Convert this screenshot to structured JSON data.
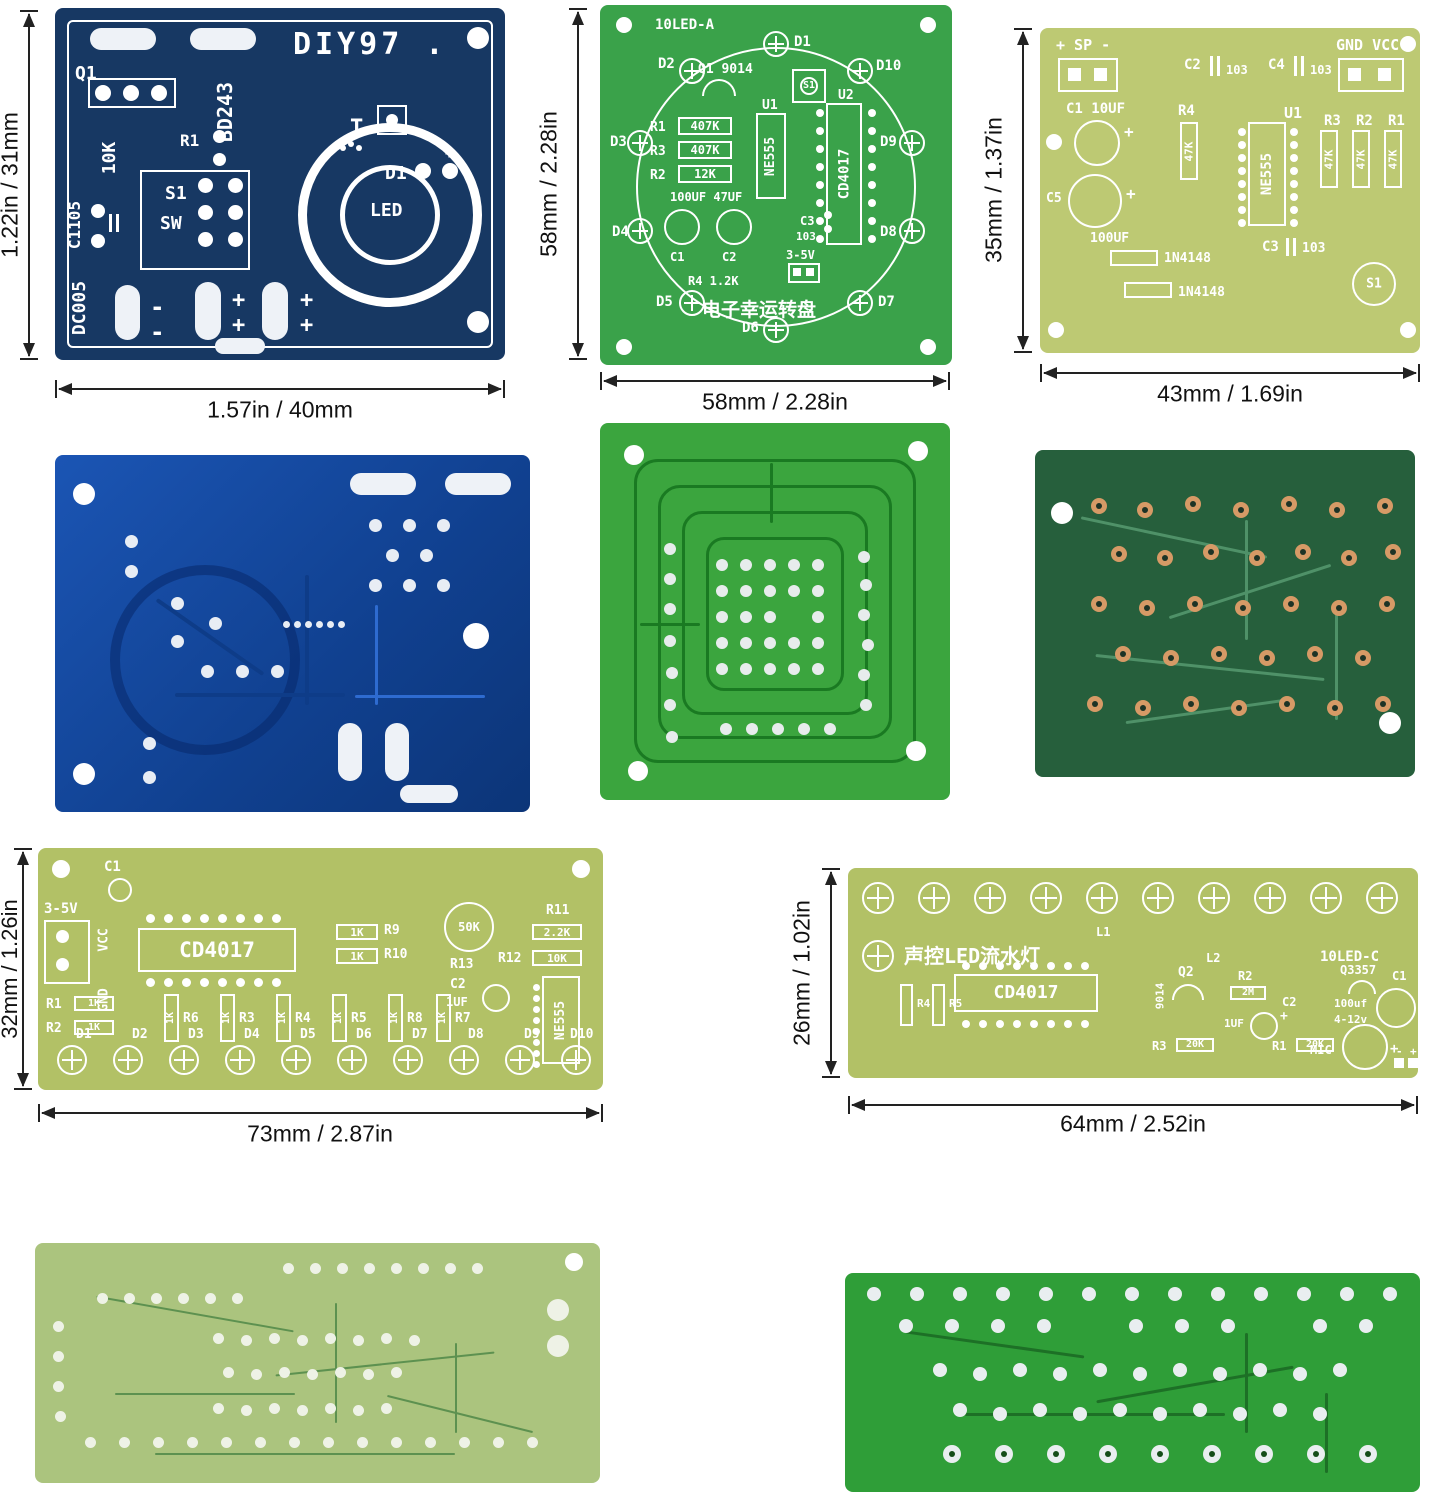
{
  "board1": {
    "title": "DIY97 .",
    "q1": "Q1",
    "bd243": "BD243",
    "k10": "10K",
    "r1": "R1",
    "c1105": "C1105",
    "s1": "S1",
    "sw": "SW",
    "dc005": "DC005",
    "t": "T",
    "d1": "D1",
    "led": "LED",
    "minus_a": "-",
    "minus_b": "-",
    "plus_a": "+",
    "plus_b": "+",
    "plus_c": "+",
    "plus_d": "+",
    "plus_e": "+",
    "dim_v": "1.22in / 31mm",
    "dim_h": "1.57in / 40mm"
  },
  "board2": {
    "title": "10LED-A",
    "leds": [
      "D1",
      "D2",
      "D3",
      "D4",
      "D5",
      "D6",
      "D7",
      "D8",
      "D9",
      "D10"
    ],
    "q1": "Q1 9014",
    "s1": "S1",
    "r1": "R1",
    "r1v": "407K",
    "r3": "R3",
    "r3v": "407K",
    "r2": "R2",
    "r2v": "12K",
    "caps": "100UF 47UF",
    "c1": "C1",
    "c2": "C2",
    "u1": "U1",
    "u1v": "NE555",
    "u2": "U2",
    "u2v": "CD4017",
    "c3": "C3",
    "c3v": "103",
    "pwr": "3-5V",
    "r4": "R4 1.2K",
    "cn": "电子幸运转盘",
    "dim_v": "58mm / 2.28in",
    "dim_h": "58mm / 2.28in"
  },
  "board3": {
    "sp": "+ SP -",
    "gndvcc": "GND VCC",
    "c2": "C2",
    "c2v": "103",
    "c4": "C4",
    "c4v": "103",
    "c1": "C1 10UF",
    "plus_a": "+",
    "plus_b": "+",
    "r4": "R4",
    "r4v": "47K",
    "u1": "U1",
    "u1v": "NE555",
    "r3": "R3",
    "r3v": "47K",
    "r2": "R2",
    "r2v": "47K",
    "r1": "R1",
    "r1v": "47K",
    "c5": "C5",
    "c5v": "100UF",
    "c3": "C3",
    "c3v": "103",
    "d1": "1N4148",
    "d2": "1N4148",
    "s1": "S1",
    "dim_v": "35mm / 1.37in",
    "dim_h": "43mm / 1.69in"
  },
  "board7": {
    "c1": "C1",
    "pwr": "3-5V",
    "vcc": "VCC",
    "gnd": "GND",
    "u2": "CD4017",
    "r9": "R9",
    "r9v": "1K",
    "r10": "R10",
    "r10v": "1K",
    "r13": "R13",
    "r13v": "50K",
    "r11": "R11",
    "r11v": "2.2K",
    "r12": "R12",
    "r12v": "10K",
    "c2": "C2",
    "c2v": "1UF",
    "u1": "NE555",
    "r1": "R1",
    "r1v": "1K",
    "r2": "R2",
    "r2v": "1K",
    "resistors": [
      {
        "n": "R6",
        "v": "1K"
      },
      {
        "n": "R3",
        "v": "1K"
      },
      {
        "n": "R4",
        "v": "1K"
      },
      {
        "n": "R5",
        "v": "1K"
      },
      {
        "n": "R8",
        "v": "1K"
      },
      {
        "n": "R7",
        "v": "1K"
      }
    ],
    "leds": [
      "D1",
      "D2",
      "D3",
      "D4",
      "D5",
      "D6",
      "D7",
      "D8",
      "D9",
      "D10"
    ],
    "dim_v": "32mm / 1.26in",
    "dim_h": "73mm / 2.87in"
  },
  "board8": {
    "cn": "声控LED流水灯",
    "l1": "L1",
    "l2": "L2",
    "variant": "10LED-C",
    "u": "CD4017",
    "q2": "Q2",
    "q2v": "9014",
    "r2": "R2",
    "r2v": "2M",
    "q3": "Q3357",
    "c1": "C1",
    "c1v": "100uf",
    "c1v2": "4-12v",
    "c2": "C2",
    "c2v": "1UF",
    "c2p": "+",
    "r1": "R1",
    "r1v": "20K",
    "r3": "R3",
    "r3v": "20K",
    "r4": "R4",
    "r5": "R5",
    "mic": "MIC",
    "micp": "+",
    "pm": "-",
    "pp": "+",
    "dim_v": "26mm / 1.02in",
    "dim_h": "64mm / 2.52in"
  }
}
